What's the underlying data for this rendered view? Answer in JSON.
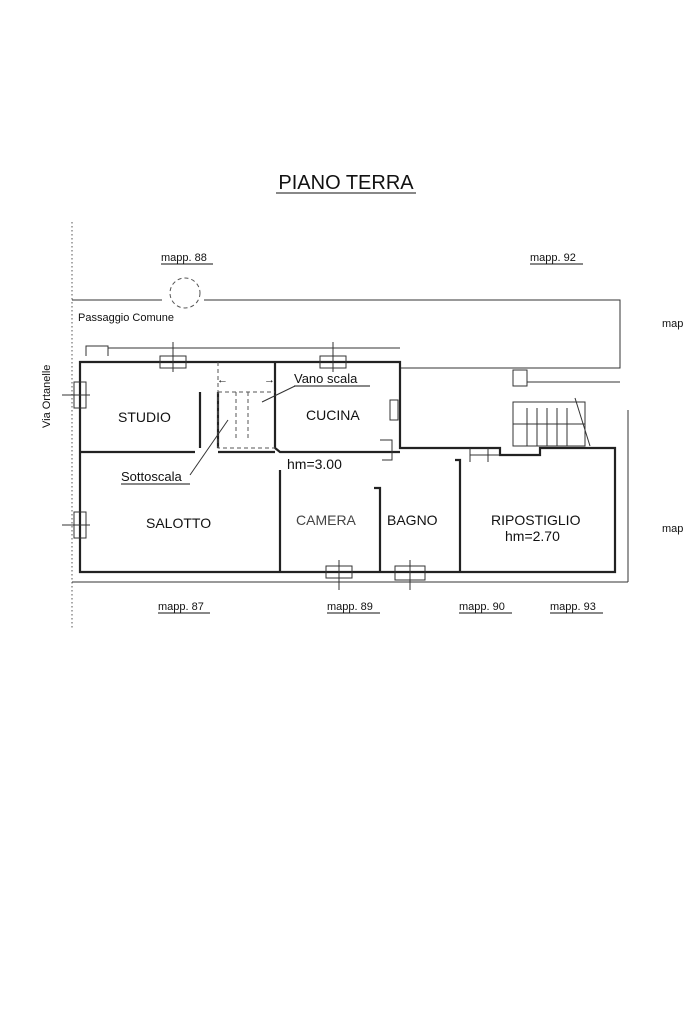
{
  "title": "PIANO TERRA",
  "street": "Via Ortanelle",
  "passage": "Passaggio Comune",
  "parcels": {
    "top_left": "mapp. 88",
    "top_right": "mapp. 92",
    "right_top_cut": "map",
    "right_bottom_cut": "map",
    "bottom_1": "mapp. 87",
    "bottom_2": "mapp. 89",
    "bottom_3": "mapp. 90",
    "bottom_4": "mapp. 93"
  },
  "rooms": {
    "studio": "STUDIO",
    "cucina": "CUCINA",
    "salotto": "SALOTTO",
    "camera": "CAMERA",
    "bagno": "BAGNO",
    "ripostiglio": "RIPOSTIGLIO",
    "ripostiglio_height": "hm=2.70",
    "main_height": "hm=3.00"
  },
  "annotations": {
    "vano_scala": "Vano scala",
    "sottoscala": "Sottoscala"
  }
}
